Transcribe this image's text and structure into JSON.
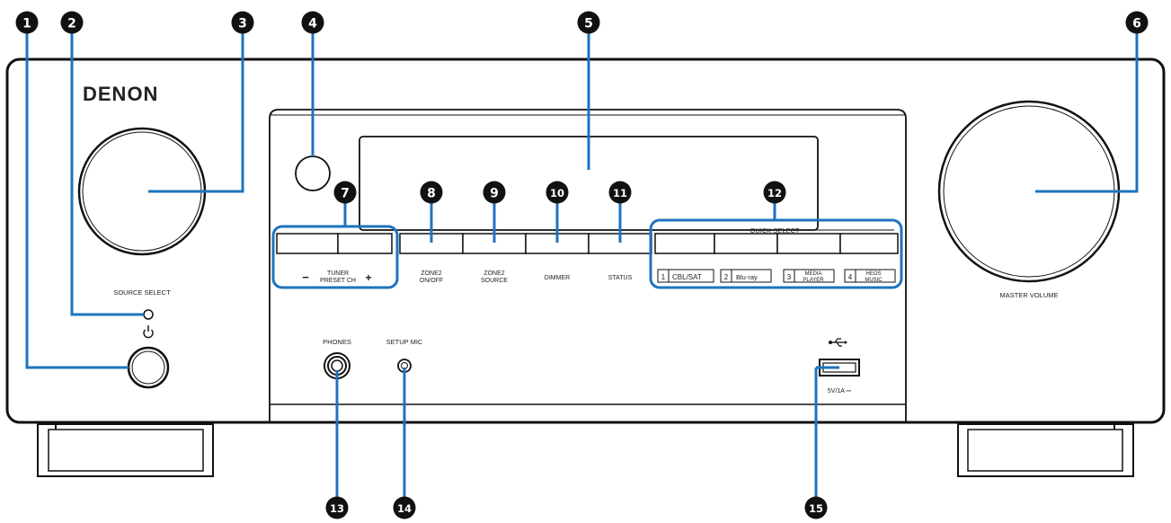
{
  "brand": "DENON",
  "labels": {
    "source_select": "SOURCE SELECT",
    "master_volume": "MASTER VOLUME",
    "tuner_line1": "TUNER",
    "tuner_line2": "PRESET CH",
    "minus": "−",
    "plus": "+",
    "zone2_onoff_1": "ZONE2",
    "zone2_onoff_2": "ON/OFF",
    "zone2_source_1": "ZONE2",
    "zone2_source_2": "SOURCE",
    "dimmer": "DIMMER",
    "status": "STATUS",
    "quick_select": "QUICK SELECT",
    "phones": "PHONES",
    "setup_mic": "SETUP MIC",
    "usb_rating": "5V/1A ⎓"
  },
  "quick_select_buttons": [
    {
      "num": "1",
      "name": "CBL/SAT"
    },
    {
      "num": "2",
      "name": "Blu-ray"
    },
    {
      "num": "3",
      "name_1": "MEDIA",
      "name_2": "PLAYER"
    },
    {
      "num": "4",
      "name_1": "HEOS",
      "name_2": "MUSIC"
    }
  ],
  "callouts": [
    "1",
    "2",
    "3",
    "4",
    "5",
    "6",
    "7",
    "8",
    "9",
    "10",
    "11",
    "12",
    "13",
    "14",
    "15"
  ],
  "colors": {
    "callout_line": "#1e73be",
    "callout_badge": "#111111",
    "device_stroke": "#111111"
  },
  "icons": {
    "power": "power-icon",
    "usb": "usb-icon"
  }
}
